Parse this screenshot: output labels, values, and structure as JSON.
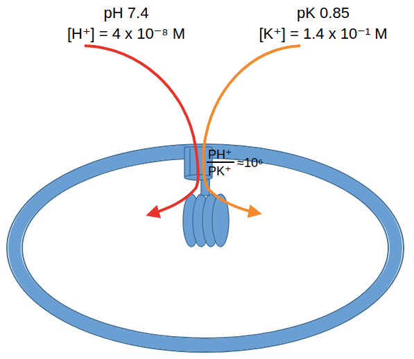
{
  "diagram": {
    "labels": [
      "pH 7.4",
      "[H⁺] = 4 x 10⁻⁸ M",
      "pK 0.85",
      "[K⁺] = 1.4 x 10⁻¹ M",
      "PH⁺",
      "PK⁺",
      "≈10⁶"
    ]
  }
}
